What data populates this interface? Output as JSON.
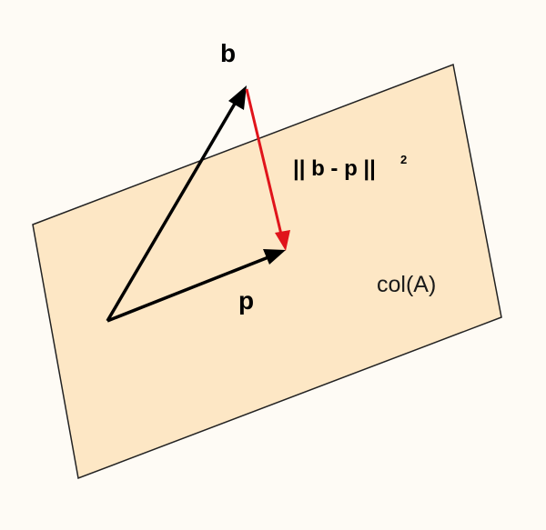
{
  "diagram": {
    "labels": {
      "vector_b": "b",
      "vector_p": "p",
      "error_norm": "|| b - p ||",
      "error_exponent": "2",
      "subspace": "col(A)"
    },
    "colors": {
      "background": "#fefbf5",
      "plane_fill": "#fde7c5",
      "plane_stroke": "#222222",
      "vector_b": "#000000",
      "vector_p": "#000000",
      "error_vector": "#e0141b"
    }
  }
}
